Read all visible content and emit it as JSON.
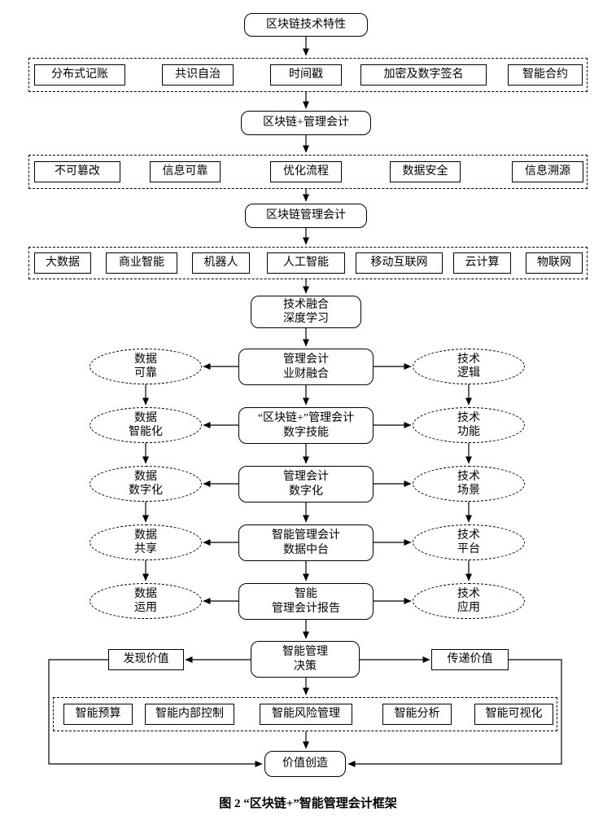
{
  "diagram": {
    "top_node": "区块链技术特性",
    "tier1": {
      "items": [
        "分布式记账",
        "共识自治",
        "时间戳",
        "加密及数字签名",
        "智能合约"
      ]
    },
    "node_blockchain_plus_ma": "区块链+管理会计",
    "tier2": {
      "items": [
        "不可篡改",
        "信息可靠",
        "优化流程",
        "数据安全",
        "信息溯源"
      ]
    },
    "node_blockchain_ma": "区块链管理会计",
    "tier3": {
      "items": [
        "大数据",
        "商业智能",
        "机器人",
        "人工智能",
        "移动互联网",
        "云计算",
        "物联网"
      ]
    },
    "node_tech_fusion": "技术融合\n深度学习",
    "matrix": [
      {
        "left": "数据\n可靠",
        "center": "管理会计\n业财融合",
        "right": "技术\n逻辑"
      },
      {
        "left": "数据\n智能化",
        "center": "“区块链+”管理会计\n数字技能",
        "right": "技术\n功能"
      },
      {
        "left": "数据\n数字化",
        "center": "管理会计\n数字化",
        "right": "技术\n场景"
      },
      {
        "left": "数据\n共享",
        "center": "智能管理会计\n数据中台",
        "right": "技术\n平台"
      },
      {
        "left": "数据\n运用",
        "center": "智能\n管理会计报告",
        "right": "技术\n应用"
      }
    ],
    "node_decision": "智能管理\n决策",
    "discover_value": "发现价值",
    "transfer_value": "传递价值",
    "tier4": {
      "items": [
        "智能预算",
        "智能内部控制",
        "智能风险管理",
        "智能分析",
        "智能可视化"
      ]
    },
    "node_value_creation": "价值创造",
    "caption": "图 2 “区块链+”智能管理会计框架"
  }
}
